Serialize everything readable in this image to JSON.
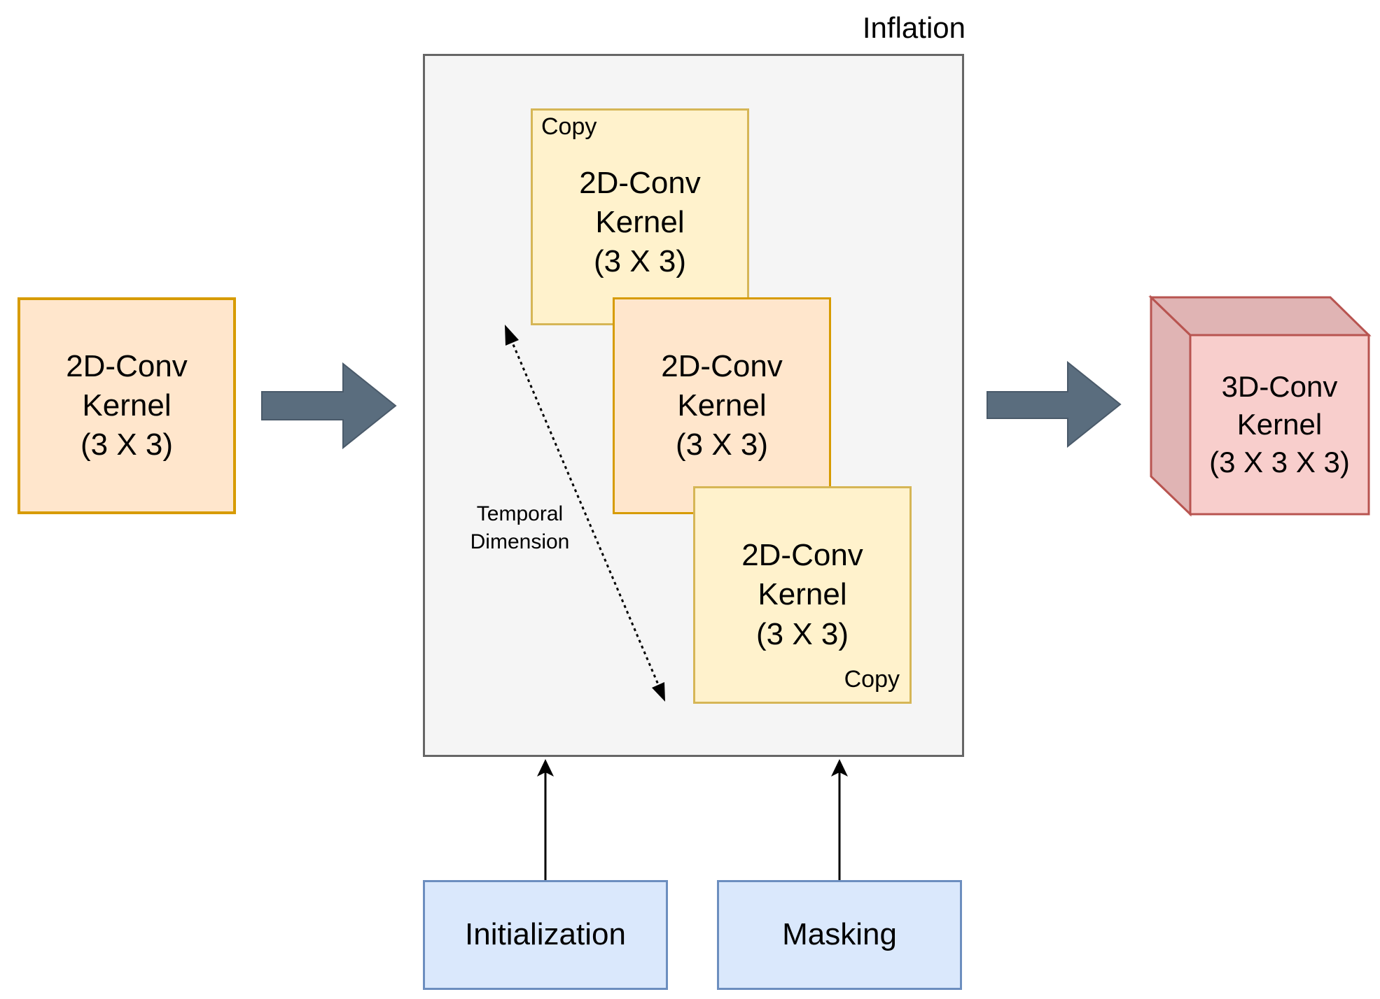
{
  "inflation": {
    "title": "Inflation"
  },
  "input_kernel": {
    "text": "2D-Conv\nKernel\n(3 X 3)"
  },
  "copy_top": {
    "tag": "Copy",
    "text": "2D-Conv\nKernel\n(3 X 3)"
  },
  "middle_kernel": {
    "text": "2D-Conv\nKernel\n(3 X 3)"
  },
  "copy_bottom": {
    "tag": "Copy",
    "text": "2D-Conv\nKernel\n(3 X 3)"
  },
  "temporal": {
    "line1": "Temporal",
    "line2": "Dimension"
  },
  "output_kernel": {
    "text": "3D-Conv\nKernel\n(3 X 3 X 3)"
  },
  "initialization": {
    "label": "Initialization"
  },
  "masking": {
    "label": "Masking"
  },
  "colors": {
    "orange_fill": "#ffe6cc",
    "orange_stroke": "#d79b00",
    "yellow_fill": "#fff2cc",
    "yellow_stroke": "#d6b656",
    "red_fill": "#f8cecc",
    "red_stroke": "#b85450",
    "blue_fill": "#dae8fc",
    "blue_stroke": "#6c8ebf",
    "arrow_fill": "#5a6d7e",
    "container_fill": "#f5f5f5",
    "container_stroke": "#666666"
  }
}
